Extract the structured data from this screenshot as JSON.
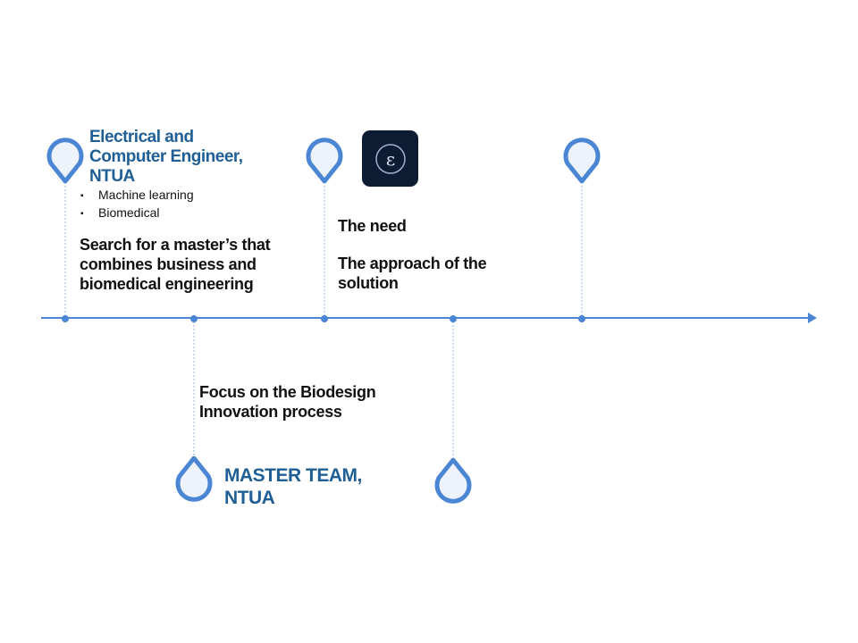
{
  "milestone1": {
    "title_line1": "Electrical and",
    "title_line2": "Computer Engineer,",
    "title_line3": "NTUA",
    "bullets": [
      "Machine learning",
      "Biomedical"
    ],
    "note_line1": "Search for a master’s that",
    "note_line2": "combines business and",
    "note_line3": "biomedical engineering"
  },
  "milestone2": {
    "note_line1": "Focus on the Biodesign",
    "note_line2": "Innovation process",
    "title_line1": "MASTER TEAM,",
    "title_line2": "NTUA"
  },
  "milestone3": {
    "logo_glyph": "ε",
    "note_line1": "The need",
    "note_line2": "The approach of the",
    "note_line3": "solution"
  },
  "icons": {
    "pin": "map-pin-icon",
    "logo": "app-logo-icon"
  },
  "colors": {
    "accent": "#4a86d4",
    "pin_fill": "#eef2fb",
    "heading": "#1f5f95",
    "logo_bg": "#0d1b33"
  }
}
